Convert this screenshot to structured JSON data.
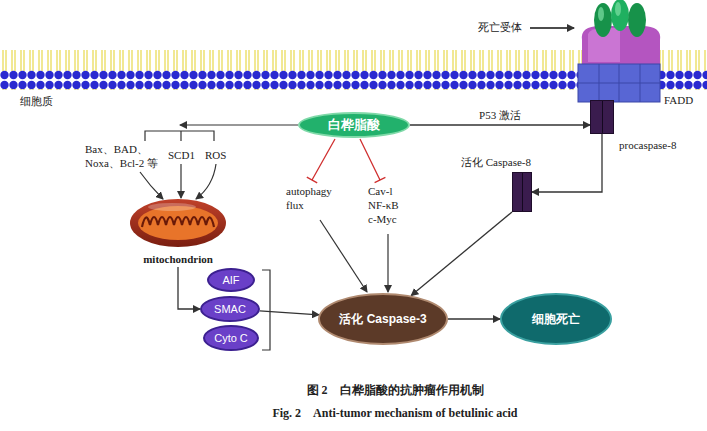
{
  "diagram": {
    "caption": "图 2　白桦脂酸的抗肿瘤作用机制",
    "nodes": [
      {
        "text": [
          "白桦脂酸"
        ]
      },
      {
        "text": [
          "procaspase-8"
        ]
      },
      {
        "text": [
          "活化 Caspase-8"
        ]
      },
      {
        "text": [
          "mitochondrion"
        ]
      },
      {
        "text": [
          "AIF"
        ]
      },
      {
        "text": [
          "SMAC"
        ]
      },
      {
        "text": [
          "Cyto C"
        ]
      },
      {
        "text": [
          "活化 Caspase-3"
        ]
      },
      {
        "text": [
          "细胞死亡"
        ]
      }
    ],
    "edges": [
      {
        "from": 0,
        "to": 1,
        "arrow": "to",
        "label": "P53 激活"
      },
      {
        "from": 1,
        "to": 2,
        "arrow": "to"
      },
      {
        "from": 2,
        "to": 7,
        "arrow": "to"
      },
      {
        "from": 3,
        "to": 5,
        "arrow": "to"
      },
      {
        "from": 5,
        "to": 7,
        "arrow": "to"
      },
      {
        "from": 7,
        "to": 8,
        "arrow": "to"
      }
    ],
    "labels": [
      "死亡受体",
      "细胞质",
      "FADD",
      "Bax、BAD、 Noxa、Bcl-2 等",
      "SCD1",
      "ROS",
      "autophagy flux",
      "Cav-l NF-κB c-Myc",
      "Fig. 2　Anti-tumor mechanism of betulinic acid"
    ]
  }
}
